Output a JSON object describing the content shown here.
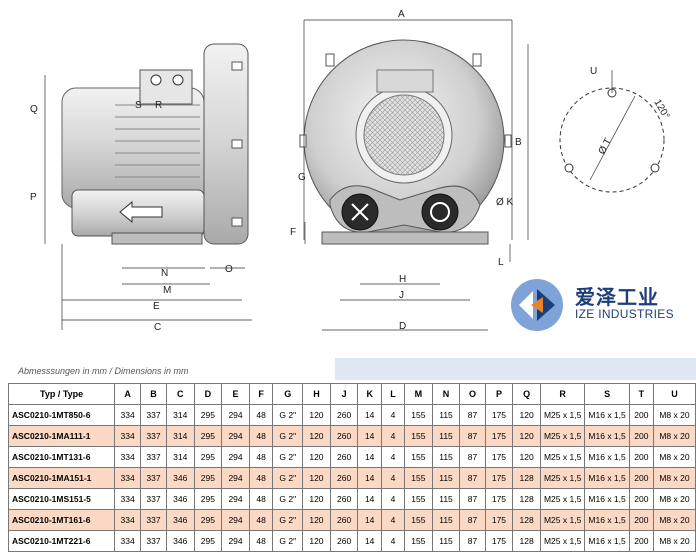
{
  "brand": {
    "name_cn": "爱泽工业",
    "name_en": "IZE INDUSTRIES",
    "colors": {
      "primary": "#1b3e7a",
      "accent": "#e8822b",
      "light": "#7fa3d8"
    }
  },
  "drawing": {
    "dims": {
      "A": "A",
      "B": "B",
      "C": "C",
      "D": "D",
      "E": "E",
      "F": "F",
      "G": "G",
      "H": "H",
      "J": "J",
      "K": "Ø K",
      "L": "L",
      "M": "M",
      "N": "N",
      "O": "O",
      "P": "P",
      "Q": "Q",
      "R": "R",
      "S": "S",
      "T": "Ø T",
      "U": "U",
      "angle": "120°"
    }
  },
  "table": {
    "note": "Abmesssungen in mm / Dimensions in mm",
    "headers": [
      "Typ / Type",
      "A",
      "B",
      "C",
      "D",
      "E",
      "F",
      "G",
      "H",
      "J",
      "K",
      "L",
      "M",
      "N",
      "O",
      "P",
      "Q",
      "R",
      "S",
      "T",
      "U"
    ],
    "rows": [
      [
        "ASC0210-1MT850-6",
        "334",
        "337",
        "314",
        "295",
        "294",
        "48",
        "G 2\"",
        "120",
        "260",
        "14",
        "4",
        "155",
        "115",
        "87",
        "175",
        "120",
        "M25 x 1,5",
        "M16 x 1,5",
        "200",
        "M8 x 20"
      ],
      [
        "ASC0210-1MA111-1",
        "334",
        "337",
        "314",
        "295",
        "294",
        "48",
        "G 2\"",
        "120",
        "260",
        "14",
        "4",
        "155",
        "115",
        "87",
        "175",
        "120",
        "M25 x 1,5",
        "M16 x 1,5",
        "200",
        "M8 x 20"
      ],
      [
        "ASC0210-1MT131-6",
        "334",
        "337",
        "314",
        "295",
        "294",
        "48",
        "G 2\"",
        "120",
        "260",
        "14",
        "4",
        "155",
        "115",
        "87",
        "175",
        "120",
        "M25 x 1,5",
        "M16 x 1,5",
        "200",
        "M8 x 20"
      ],
      [
        "ASC0210-1MA151-1",
        "334",
        "337",
        "346",
        "295",
        "294",
        "48",
        "G 2\"",
        "120",
        "260",
        "14",
        "4",
        "155",
        "115",
        "87",
        "175",
        "128",
        "M25 x 1,5",
        "M16 x 1,5",
        "200",
        "M8 x 20"
      ],
      [
        "ASC0210-1MS151-5",
        "334",
        "337",
        "346",
        "295",
        "294",
        "48",
        "G 2\"",
        "120",
        "260",
        "14",
        "4",
        "155",
        "115",
        "87",
        "175",
        "128",
        "M25 x 1,5",
        "M16 x 1,5",
        "200",
        "M8 x 20"
      ],
      [
        "ASC0210-1MT161-6",
        "334",
        "337",
        "346",
        "295",
        "294",
        "48",
        "G 2\"",
        "120",
        "260",
        "14",
        "4",
        "155",
        "115",
        "87",
        "175",
        "128",
        "M25 x 1,5",
        "M16 x 1,5",
        "200",
        "M8 x 20"
      ],
      [
        "ASC0210-1MT221-6",
        "334",
        "337",
        "346",
        "295",
        "294",
        "48",
        "G 2\"",
        "120",
        "260",
        "14",
        "4",
        "155",
        "115",
        "87",
        "175",
        "128",
        "M25 x 1,5",
        "M16 x 1,5",
        "200",
        "M8 x 20"
      ]
    ]
  }
}
